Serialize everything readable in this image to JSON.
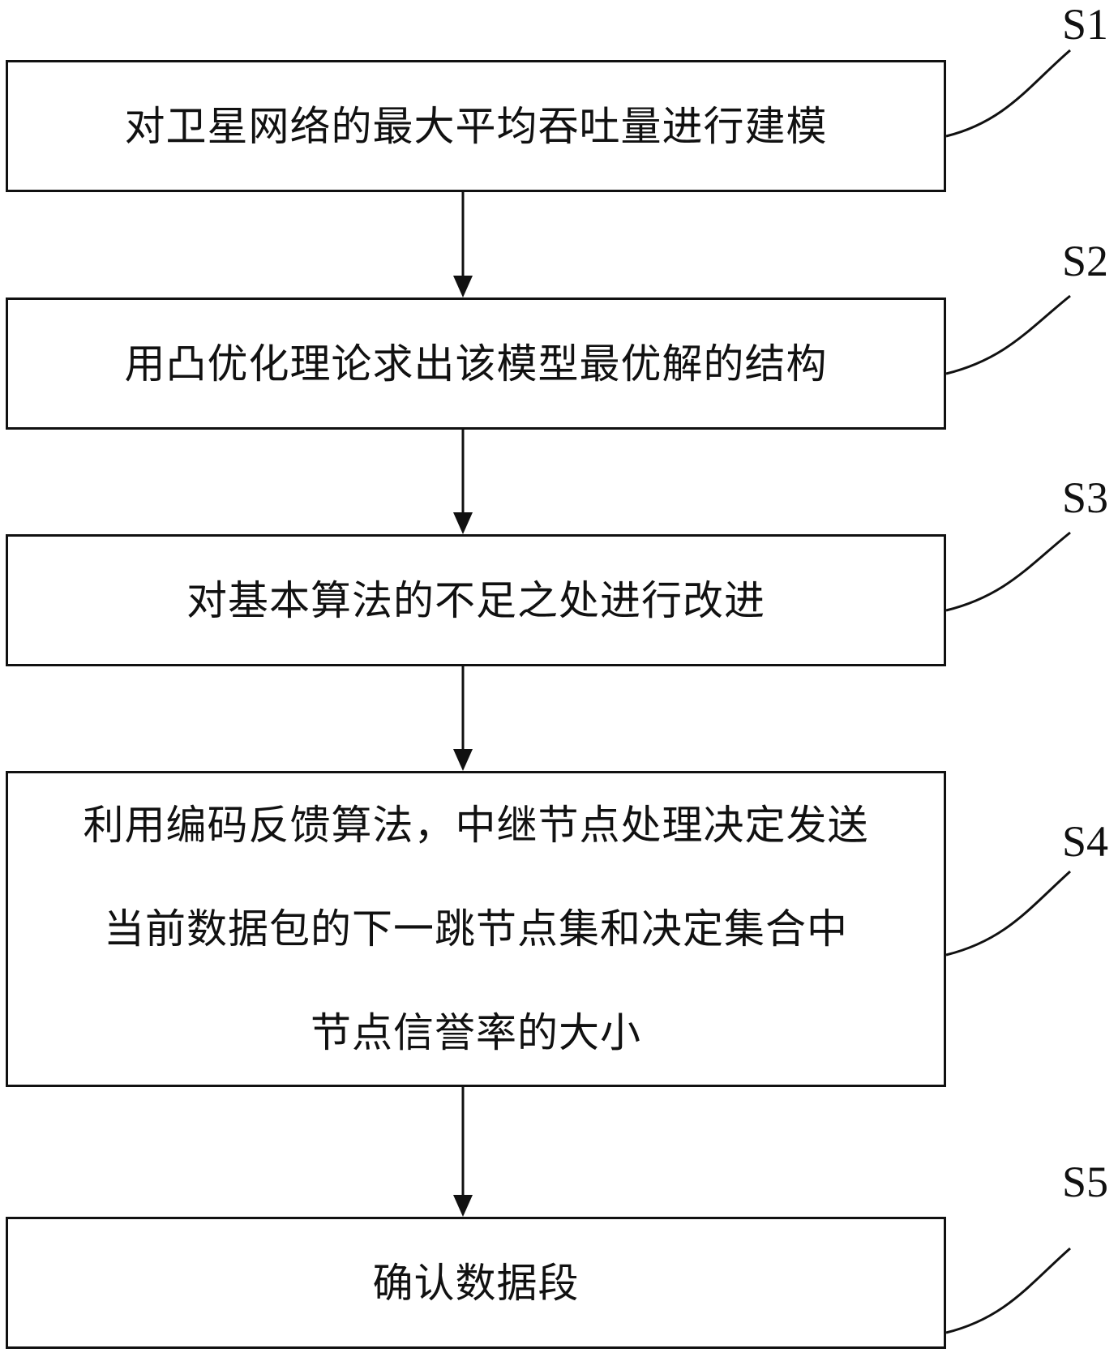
{
  "steps": [
    {
      "label": "S1",
      "lines": [
        "对卫星网络的最大平均吞吐量进行建模"
      ]
    },
    {
      "label": "S2",
      "lines": [
        "用凸优化理论求出该模型最优解的结构"
      ]
    },
    {
      "label": "S3",
      "lines": [
        "对基本算法的不足之处进行改进"
      ]
    },
    {
      "label": "S4",
      "lines": [
        "利用编码反馈算法，中继节点处理决定发送",
        "当前数据包的下一跳节点集和决定集合中",
        "节点信誉率的大小"
      ]
    },
    {
      "label": "S5",
      "lines": [
        "确认数据段"
      ]
    }
  ],
  "colors": {
    "stroke": "#111111",
    "background": "#ffffff"
  }
}
